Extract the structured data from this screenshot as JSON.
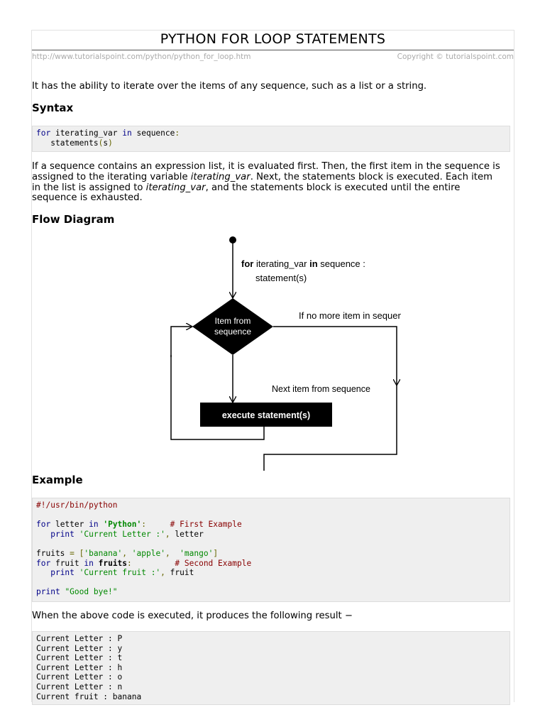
{
  "header": {
    "title": "PYTHON FOR LOOP STATEMENTS",
    "url": "http://www.tutorialspoint.com/python/python_for_loop.htm",
    "copyright": "Copyright © tutorialspoint.com"
  },
  "intro": "It has the ability to iterate over the items of any sequence, such as a list or a string.",
  "syntax": {
    "heading": "Syntax",
    "kw_for": "for",
    "var": " iterating_var ",
    "kw_in": "in",
    "seq": " sequence",
    "colon": ":",
    "stmt": "statements",
    "paren_open": "(",
    "s": "s",
    "paren_close": ")"
  },
  "description": {
    "line1": "If a sequence contains an expression list, it is evaluated first. Then, the first item in the sequence is",
    "line2_a": "assigned to the iterating variable ",
    "line2_i": "iterating_var",
    "line2_b": ". Next, the statements block is executed. Each item",
    "line3_a": "in the list is assigned to ",
    "line3_i": "iterating_var",
    "line3_b": ", and the statements block is executed until the entire",
    "line4": "sequence is exhausted."
  },
  "flow": {
    "heading": "Flow Diagram",
    "for_kw": "for",
    "for_var": " iterating_var ",
    "in_kw": "in",
    "for_seq": " sequence :",
    "statement": "statement(s)",
    "diamond_line1": "Item from",
    "diamond_line2": "sequence",
    "no_more": "If no more item in sequence",
    "next_item": "Next item from sequence",
    "execute": "execute statement(s)"
  },
  "example": {
    "heading": "Example",
    "shebang": "#!/usr/bin/python",
    "l2_for": "for",
    "l2_letter": " letter ",
    "l2_in": "in",
    "l2_python": "'Python'",
    "l2_colon": ":",
    "l2_comment": "# First Example",
    "l3_print": "print",
    "l3_str": "'Current Letter :'",
    "l3_comma": ",",
    "l3_var": " letter",
    "l5_fruits": "fruits ",
    "l5_eq": "=",
    "l5_open": " [",
    "l5_banana": "'banana'",
    "l5_c1": ",",
    "l5_apple": "'apple'",
    "l5_c2": ",",
    "l5_mango": "'mango'",
    "l5_close": "]",
    "l6_for": "for",
    "l6_fruit": " fruit ",
    "l6_in": "in",
    "l6_fruits": "fruits",
    "l6_colon": ":",
    "l6_comment": "# Second Example",
    "l7_print": "print",
    "l7_str": "'Current fruit :'",
    "l7_comma": ",",
    "l7_var": " fruit",
    "l9_print": "print",
    "l9_str": "\"Good bye!\""
  },
  "result_intro": "When the above code is executed, it produces the following result −",
  "output": [
    "Current Letter : P",
    "Current Letter : y",
    "Current Letter : t",
    "Current Letter : h",
    "Current Letter : o",
    "Current Letter : n",
    "Current fruit : banana"
  ]
}
